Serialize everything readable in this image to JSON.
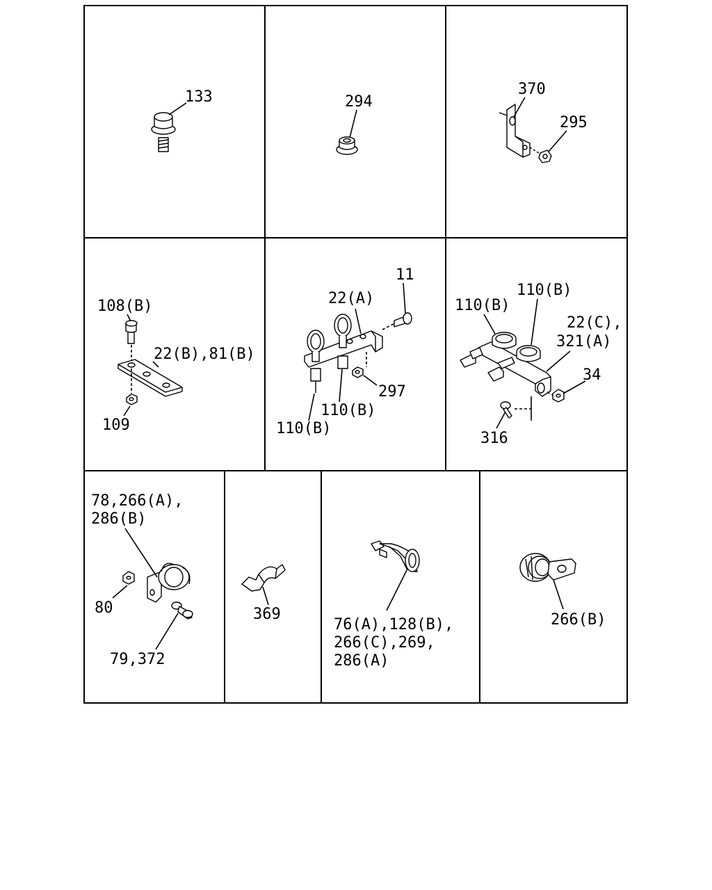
{
  "panels": [
    {
      "id": "p1",
      "labels": [
        "133"
      ]
    },
    {
      "id": "p2",
      "labels": [
        "294"
      ]
    },
    {
      "id": "p3",
      "labels": [
        "370",
        "295"
      ]
    },
    {
      "id": "p4",
      "labels": [
        "108(B)",
        "22(B),81(B)",
        "109"
      ]
    },
    {
      "id": "p5",
      "labels": [
        "11",
        "22(A)",
        "297",
        "110(B)",
        "110(B)"
      ]
    },
    {
      "id": "p6",
      "labels": [
        "110(B)",
        "110(B)",
        "22(C),",
        "321(A)",
        "34",
        "316"
      ]
    },
    {
      "id": "p7",
      "labels": [
        "78,266(A),",
        "286(B)",
        "80",
        "79,372"
      ]
    },
    {
      "id": "p8",
      "labels": [
        "369"
      ]
    },
    {
      "id": "p9",
      "labels": [
        "76(A),128(B),",
        "266(C),269,",
        "286(A)"
      ]
    },
    {
      "id": "p10",
      "labels": [
        "266(B)"
      ]
    }
  ]
}
